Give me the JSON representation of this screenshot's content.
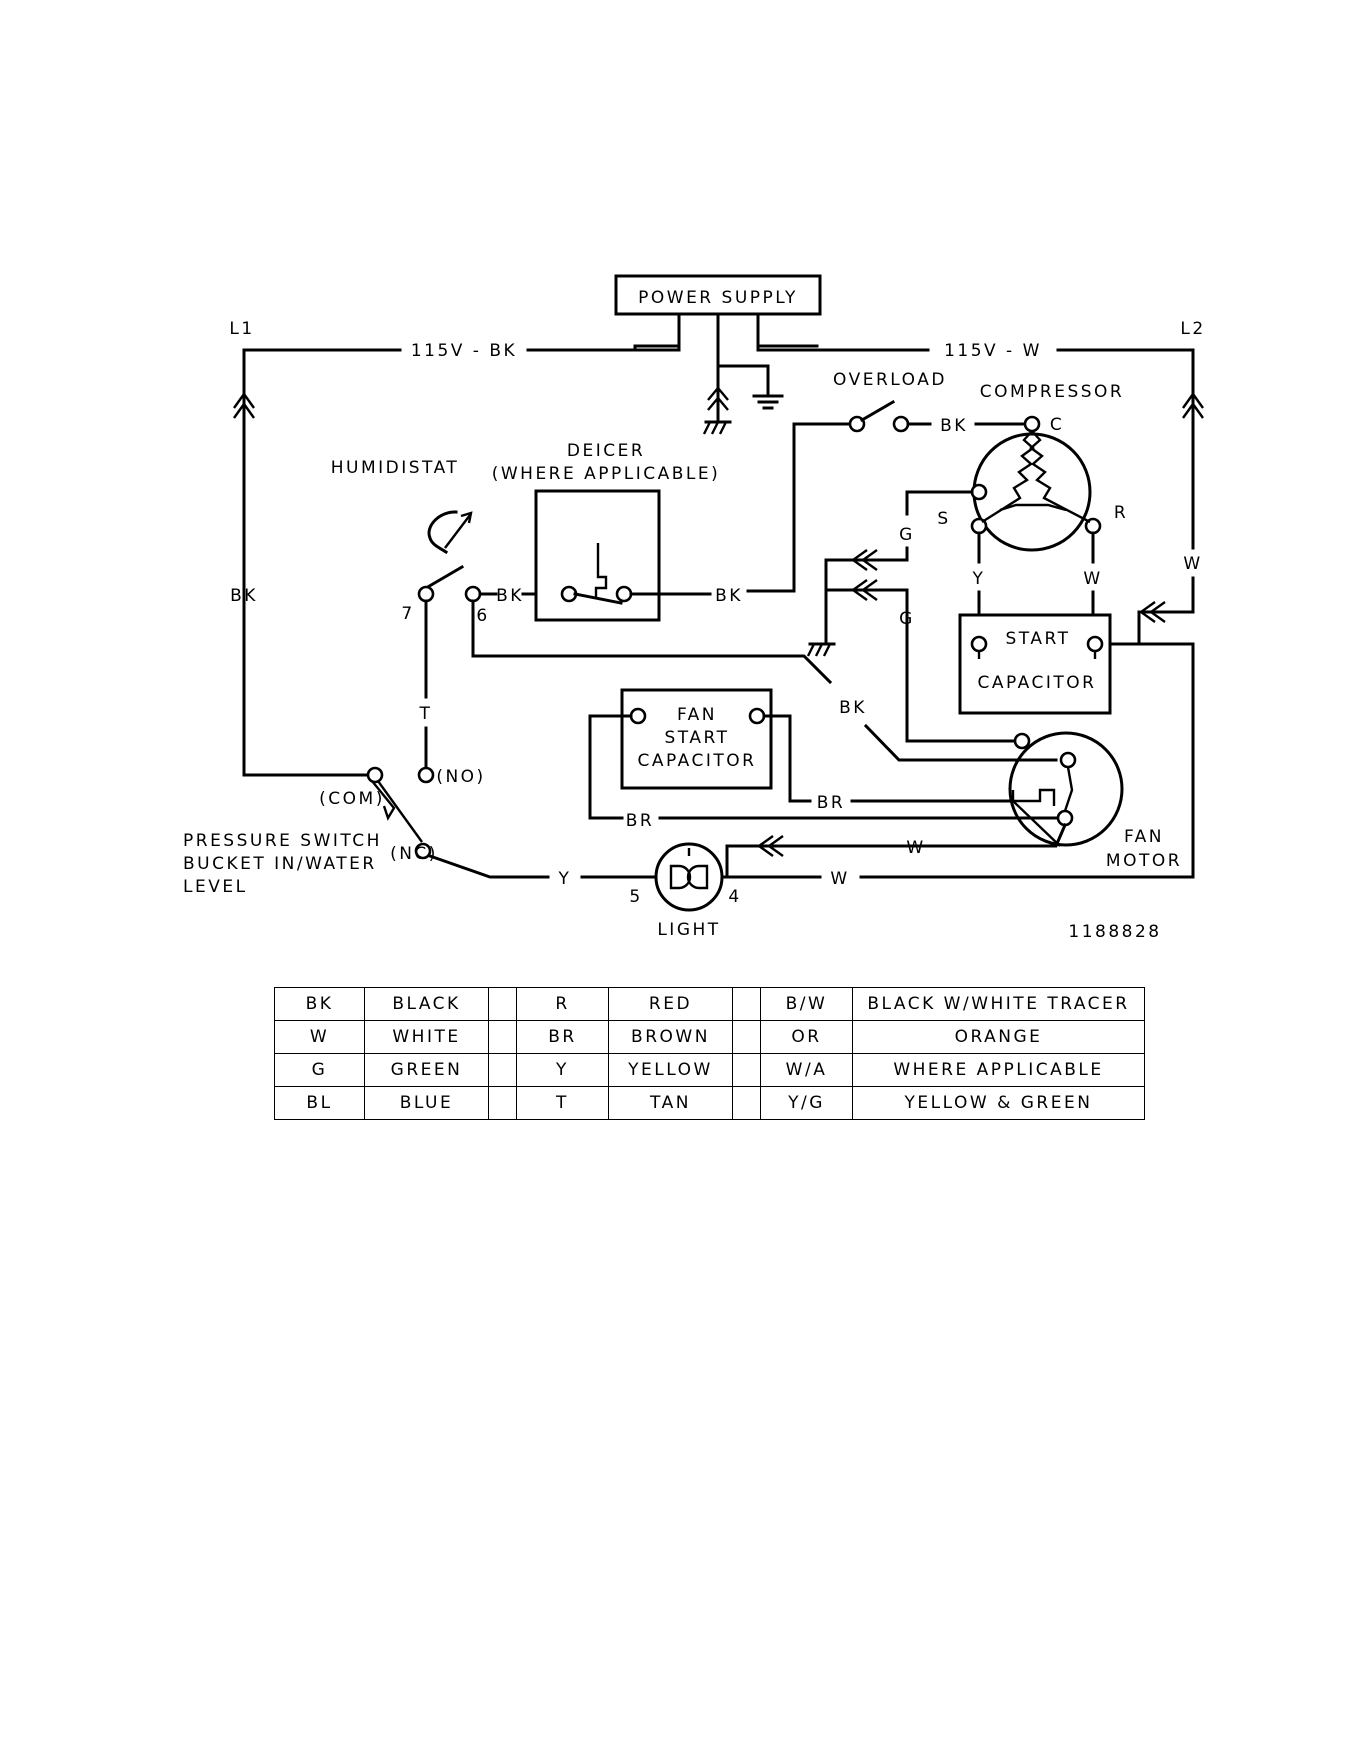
{
  "labels": {
    "power_supply": "POWER SUPPLY",
    "l1": "L1",
    "l2": "L2",
    "l1_wire": "115V - BK",
    "l2_wire": "115V - W",
    "overload": "OVERLOAD",
    "compressor": "COMPRESSOR",
    "deicer_line1": "DEICER",
    "deicer_line2": "(WHERE APPLICABLE)",
    "humidistat": "HUMIDISTAT",
    "start_capacitor_line1": "START",
    "start_capacitor_line2": "CAPACITOR",
    "fan_start_capacitor_line1": "FAN",
    "fan_start_capacitor_line2": "START",
    "fan_start_capacitor_line3": "CAPACITOR",
    "fan_motor_line1": "FAN",
    "fan_motor_line2": "MOTOR",
    "pressure_switch_line1": "PRESSURE SWITCH",
    "pressure_switch_line2": "BUCKET IN/WATER",
    "pressure_switch_line3": "LEVEL",
    "light": "LIGHT",
    "com": "(COM)",
    "nc": "(NC)",
    "no": "(NO)",
    "pin_7": "7",
    "pin_6": "6",
    "pin_5": "5",
    "pin_4": "4",
    "comp_c": "C",
    "comp_s": "S",
    "comp_r": "R",
    "drawing_number": "1188828"
  },
  "wires": {
    "bk": "BK",
    "w": "W",
    "g": "G",
    "y": "Y",
    "t": "T",
    "br": "BR"
  },
  "legend": [
    [
      "BK",
      "BLACK",
      "R",
      "RED",
      "B/W",
      "BLACK W/WHITE TRACER"
    ],
    [
      "W",
      "WHITE",
      "BR",
      "BROWN",
      "OR",
      "ORANGE"
    ],
    [
      "G",
      "GREEN",
      "Y",
      "YELLOW",
      "W/A",
      "WHERE APPLICABLE"
    ],
    [
      "BL",
      "BLUE",
      "T",
      "TAN",
      "Y/G",
      "YELLOW & GREEN"
    ]
  ]
}
